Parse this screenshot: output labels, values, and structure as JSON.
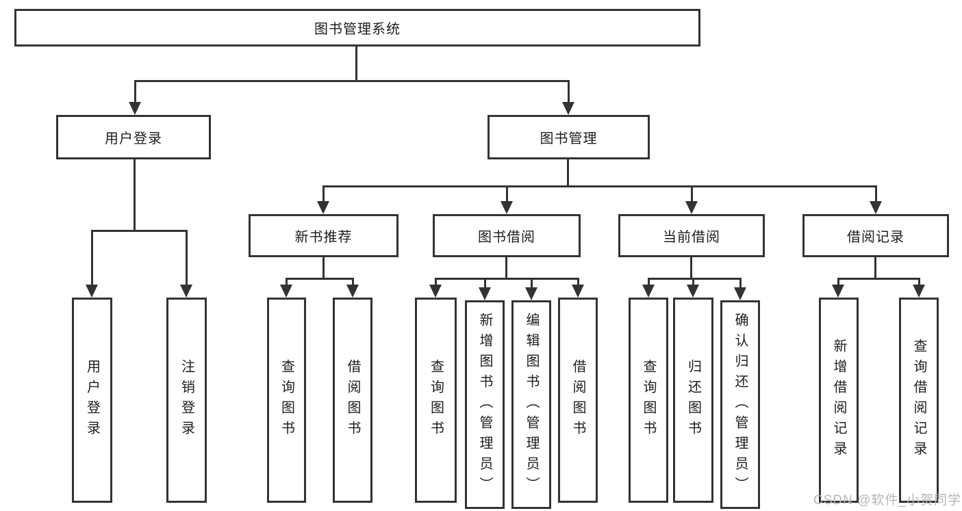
{
  "tree": {
    "root": "图书管理系统",
    "user_login": {
      "label": "用户登录",
      "children": [
        "用户登录",
        "注销登录"
      ]
    },
    "book_mgmt": {
      "label": "图书管理",
      "groups": [
        {
          "label": "新书推荐",
          "children": [
            "查询图书",
            "借阅图书"
          ]
        },
        {
          "label": "图书借阅",
          "children": [
            "查询图书",
            "新增图书（管理员）",
            "编辑图书（管理员）",
            "借阅图书"
          ]
        },
        {
          "label": "当前借阅",
          "children": [
            "查询图书",
            "归还图书",
            "确认归还（管理员）"
          ]
        },
        {
          "label": "借阅记录",
          "children": [
            "新增借阅记录",
            "查询借阅记录"
          ]
        }
      ]
    }
  },
  "watermark": "CSDN @软件_小贺同学",
  "colors": {
    "line": "#333333",
    "text": "#1d1d1d",
    "watermark": "#b6b6b6",
    "background": "#ffffff"
  }
}
